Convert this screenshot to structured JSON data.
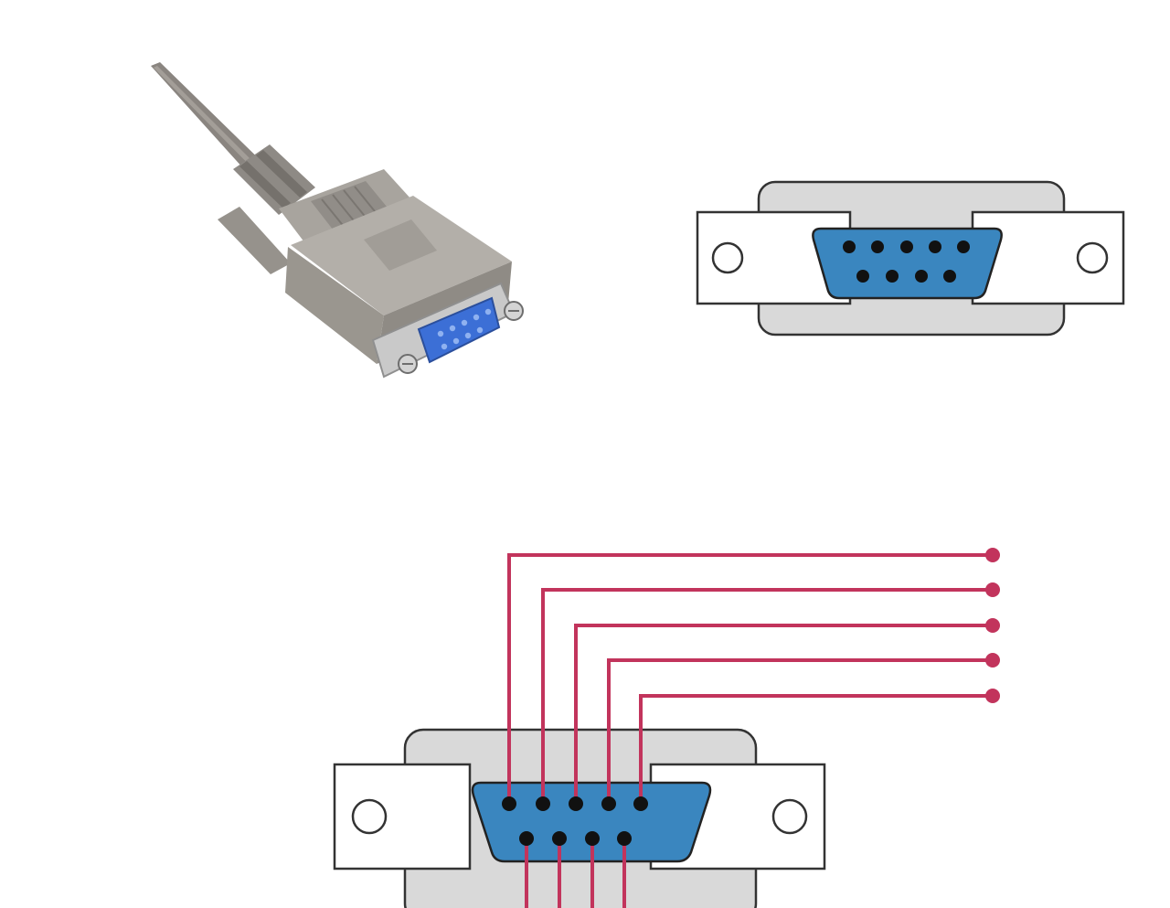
{
  "colors": {
    "background": "#ffffff",
    "shell": "#d9d9d9",
    "flange": "#ffffff",
    "outline": "#333333",
    "insert": "#3a86bf",
    "pin": "#111111",
    "wire": "#c2345c",
    "cable": "#8a8580",
    "housing": "#a8a49e",
    "housing_dark": "#7f7b76",
    "metal": "#c9c9c9",
    "plug_insert": "#3c6fd6"
  },
  "photo": {
    "subject": "db9-female-serial-cable",
    "pin_count": 9
  },
  "connector_face": {
    "pins_top_row": 5,
    "pins_bottom_row": 4
  },
  "wiring_diagram": {
    "pins_top_row": 5,
    "pins_bottom_row": 4,
    "wires_to_right": 5,
    "wires_down": 4
  }
}
